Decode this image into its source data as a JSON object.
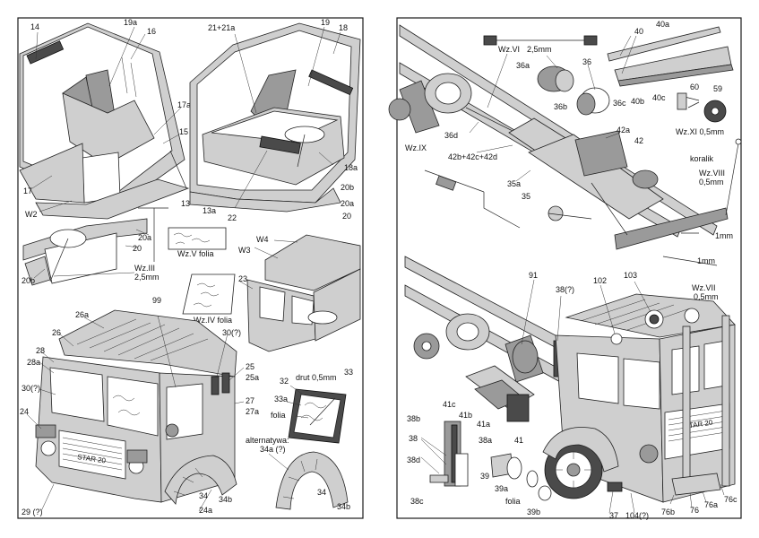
{
  "colors": {
    "frame": "#1a1a1a",
    "part_light": "#cfcfcf",
    "part_mid": "#b3b3b3",
    "part_dark": "#9a9a9a",
    "part_black": "#4a4a4a",
    "paper": "#ffffff",
    "wire_red": "#b01818"
  },
  "left_page": {
    "cab_interior_left": {
      "labels": [
        "14",
        "19a",
        "16",
        "17a",
        "15",
        "17",
        "W2",
        "13"
      ]
    },
    "cab_interior_right": {
      "labels": [
        "21+21a",
        "19",
        "18",
        "13a",
        "22",
        "18a",
        "20b",
        "20a",
        "20"
      ]
    },
    "dashboard": {
      "labels": [
        "20a",
        "20",
        "20b"
      ],
      "rod_label": "Wz.III",
      "rod_size": "2,5mm"
    },
    "foil_v": "Wz.V  folia",
    "foil_iv": "Wz.IV  folia",
    "cab_shell": {
      "labels": [
        "W4",
        "W3",
        "23"
      ]
    },
    "cab_front": {
      "labels": [
        "99",
        "26a",
        "26",
        "28",
        "28a",
        "30(?)",
        "30(?)",
        "24",
        "25",
        "25a",
        "27",
        "27a",
        "29 (?)",
        "24a",
        "34",
        "34b"
      ],
      "grille_text": "STAR 20"
    },
    "window": {
      "labels": [
        "32",
        "33a",
        "folia",
        "33"
      ],
      "wire": "drut 0,5mm"
    },
    "alternate_fender": {
      "title": "alternatywa:",
      "label": "34a (?)",
      "parts": [
        "34",
        "34b"
      ]
    }
  },
  "right_page": {
    "chassis_top": {
      "labels": [
        "Wz.VI",
        "2,5mm",
        "36",
        "36a",
        "36b",
        "36c",
        "36d",
        "40",
        "40a",
        "40b",
        "40c",
        "60",
        "59",
        "Wz.XI  0,5mm",
        "42a",
        "42",
        "42b+42c+42d",
        "Wz.IX",
        "35a",
        "35",
        "koralik",
        "Wz.VIII",
        "0,5mm",
        "1mm",
        "1mm"
      ]
    },
    "chassis_bottom": {
      "labels": [
        "91",
        "38(?)",
        "102",
        "103",
        "Wz.VII",
        "0,5mm",
        "41c",
        "41b",
        "41a",
        "41",
        "38b",
        "38",
        "38a",
        "38d",
        "38c",
        "39",
        "39a",
        "folia",
        "39b",
        "37",
        "104(?)",
        "76b",
        "76",
        "76a",
        "76c"
      ],
      "grille_text": "STAR 20"
    }
  }
}
